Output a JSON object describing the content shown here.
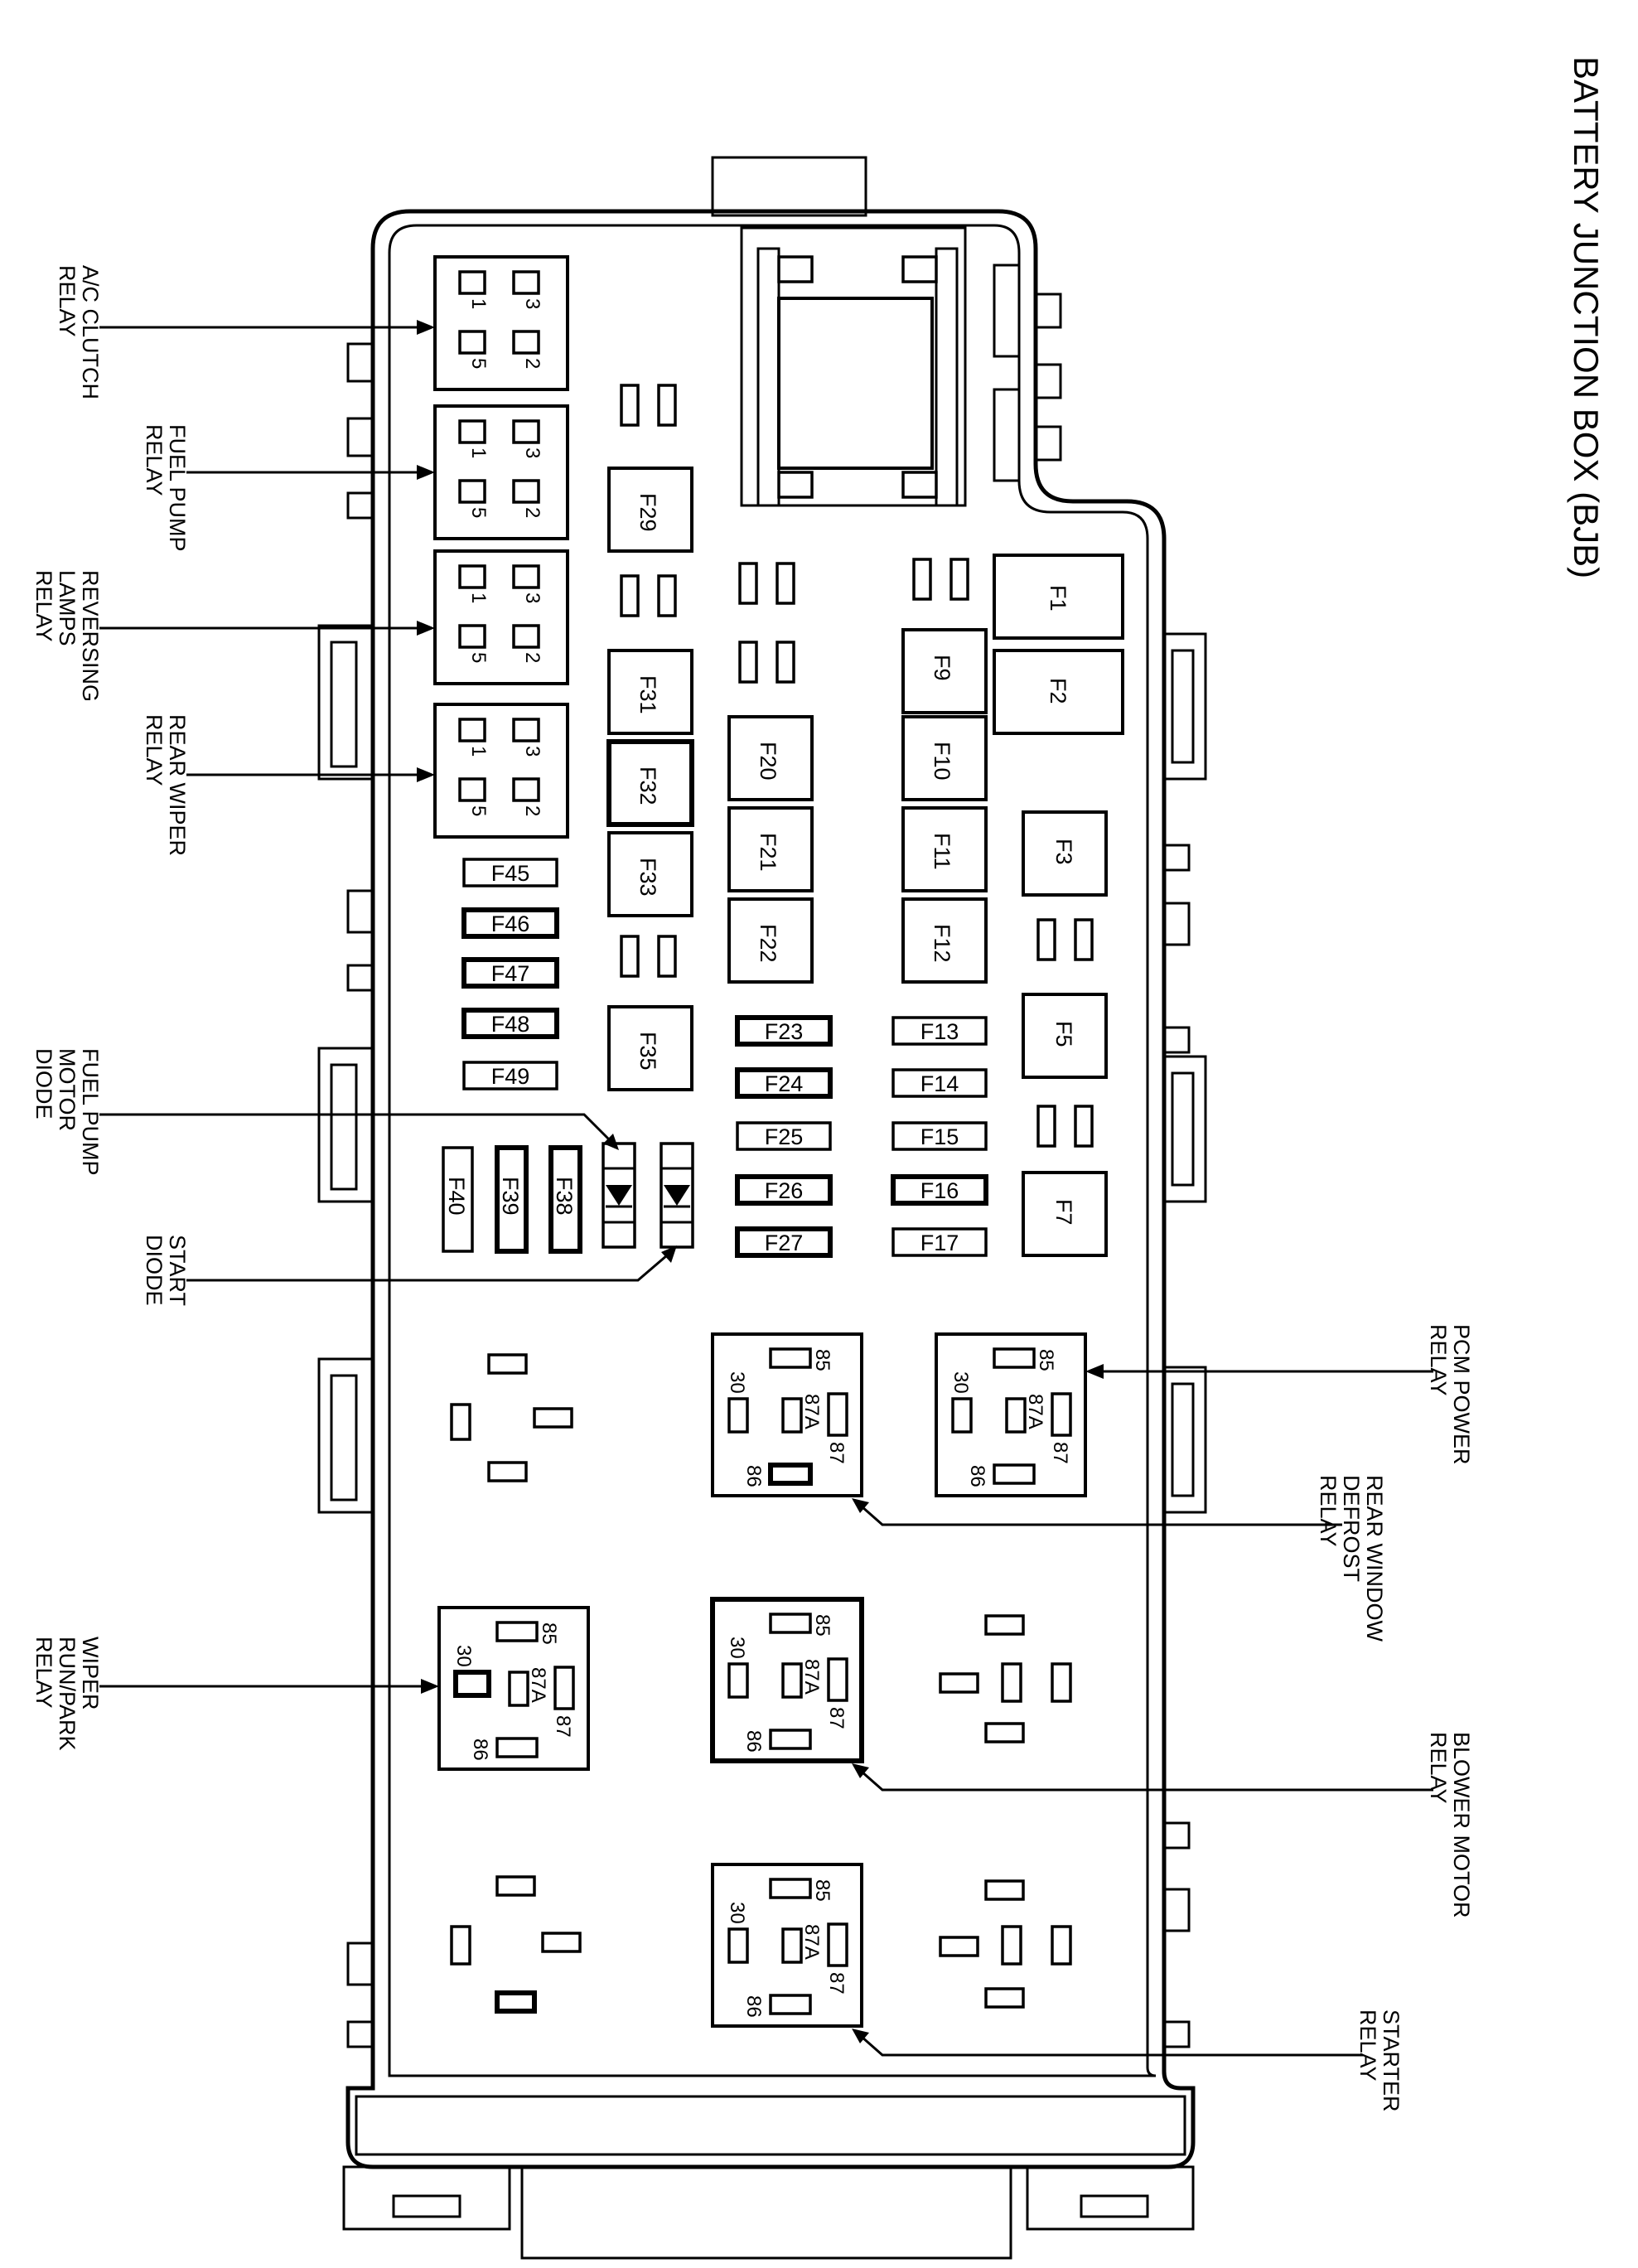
{
  "title": "BATTERY JUNCTION BOX (BJB)",
  "callouts": {
    "ac_clutch_relay": [
      "A/C CLUTCH",
      "RELAY"
    ],
    "fuel_pump_relay": [
      "FUEL PUMP",
      "RELAY"
    ],
    "reversing_lamps_relay": [
      "REVERSING",
      "LAMPS",
      "RELAY"
    ],
    "rear_wiper_relay": [
      "REAR WIPER",
      "RELAY"
    ],
    "fuel_pump_motor_diode": [
      "FUEL PUMP",
      "MOTOR",
      "DIODE"
    ],
    "start_diode": [
      "START",
      "DIODE"
    ],
    "wiper_run_park_relay": [
      "WIPER",
      "RUN/PARK",
      "RELAY"
    ],
    "pcm_power_relay": [
      "PCM POWER",
      "RELAY"
    ],
    "rear_window_defrost_relay": [
      "REAR WINDOW",
      "DEFROST",
      "RELAY"
    ],
    "blower_motor_relay": [
      "BLOWER MOTOR",
      "RELAY"
    ],
    "starter_relay": [
      "STARTER",
      "RELAY"
    ]
  },
  "small_relay_pins": [
    "1",
    "3",
    "5",
    "2"
  ],
  "large_relay_pins": [
    "85",
    "30",
    "87A",
    "87",
    "86"
  ],
  "fuses": {
    "maxi": [
      "F1",
      "F2"
    ],
    "cartridge": [
      "F3",
      "F5",
      "F7",
      "F9",
      "F10",
      "F11",
      "F12",
      "F20",
      "F21",
      "F22",
      "F29",
      "F31",
      "F32",
      "F33",
      "F35"
    ],
    "mini_right": [
      "F13",
      "F14",
      "F15",
      "F16",
      "F17"
    ],
    "mini_mid": [
      "F23",
      "F24",
      "F25",
      "F26",
      "F27"
    ],
    "mini_left": [
      "F45",
      "F46",
      "F47",
      "F48",
      "F49"
    ],
    "vertical": [
      "F38",
      "F39",
      "F40"
    ]
  }
}
